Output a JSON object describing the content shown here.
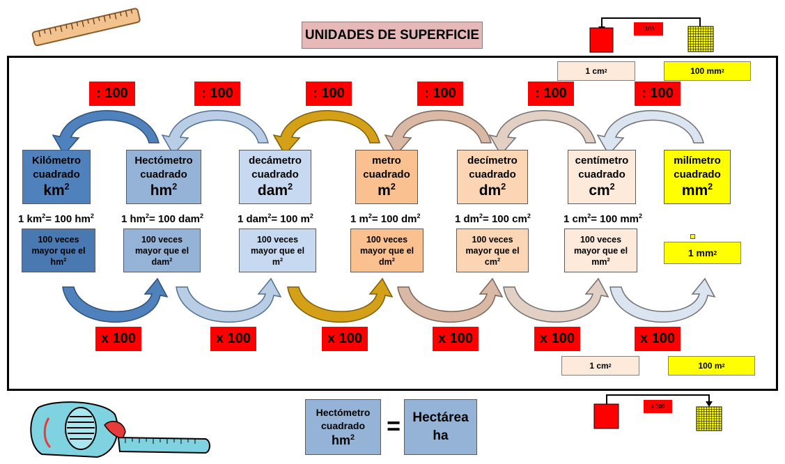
{
  "title": "UNIDADES DE SUPERFICIE",
  "divide_label": ": 100",
  "multiply_label": "x 100",
  "units": [
    {
      "name_line1": "Kilómetro",
      "name_line2": "cuadrado",
      "symbol": "km",
      "color": "#4f81bd",
      "relation_left": "1 km",
      "relation_right": "= 100 hm",
      "desc_line1": "100 veces",
      "desc_line2": "mayor que el",
      "desc_line3": "hm",
      "desc_color": "#4a78b0"
    },
    {
      "name_line1": "Hectómetro",
      "name_line2": "cuadrado",
      "symbol": "hm",
      "color": "#95b3d7",
      "relation_left": "1 hm",
      "relation_right": "= 100 dam",
      "desc_line1": "100 veces",
      "desc_line2": "mayor que el",
      "desc_line3": "dam",
      "desc_color": "#95b3d7"
    },
    {
      "name_line1": "decámetro",
      "name_line2": "cuadrado",
      "symbol": "dam",
      "color": "#c6d9f1",
      "relation_left": "1 dam",
      "relation_right": "= 100 m",
      "desc_line1": "100 veces",
      "desc_line2": "mayor que el",
      "desc_line3": "m",
      "desc_color": "#c6d9f1"
    },
    {
      "name_line1": "metro",
      "name_line2": "cuadrado",
      "symbol": "m",
      "color": "#fac090",
      "relation_left": "1 m",
      "relation_right": "= 100 dm",
      "desc_line1": "100 veces",
      "desc_line2": "mayor que el",
      "desc_line3": "dm",
      "desc_color": "#fac090"
    },
    {
      "name_line1": "decímetro",
      "name_line2": "cuadrado",
      "symbol": "dm",
      "color": "#fcd5b5",
      "relation_left": "1 dm",
      "relation_right": "= 100 cm",
      "desc_line1": "100 veces",
      "desc_line2": "mayor que el",
      "desc_line3": "cm",
      "desc_color": "#fcd5b5"
    },
    {
      "name_line1": "centímetro",
      "name_line2": "cuadrado",
      "symbol": "cm",
      "color": "#fdeada",
      "relation_left": "1 cm",
      "relation_right": "= 100 mm",
      "desc_line1": "100 veces",
      "desc_line2": "mayor que el",
      "desc_line3": "mm",
      "desc_color": "#fdeada"
    },
    {
      "name_line1": "milímetro",
      "name_line2": "cuadrado",
      "symbol": "mm",
      "color": "#ffff00"
    }
  ],
  "mm_sample": {
    "label": "1 mm"
  },
  "top_legend": {
    "small_label": "1 cm",
    "big_label": "100 mm",
    "arrow_label": ":100"
  },
  "bottom_legend": {
    "small_label": "1 cm",
    "big_label": "100 m",
    "arrow_label": "x 100"
  },
  "hectare": {
    "left_line1": "Hectómetro",
    "left_line2": "cuadrado",
    "left_symbol": "hm",
    "equals": "=",
    "right_line1": "Hectárea",
    "right_line2": "ha"
  },
  "colors": {
    "red": "#ff0000",
    "yellow": "#ffff00",
    "arrow_fills": [
      "#4f81bd",
      "#b9cde5",
      "#d4a017",
      "#d9b9a6",
      "#e2d0c4",
      "#dbe5f1"
    ]
  },
  "icons": {
    "top_left": "ruler-icon",
    "bottom_left": "tape-measure-icon"
  }
}
